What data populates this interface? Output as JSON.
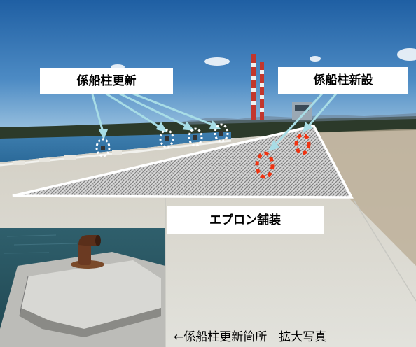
{
  "photo": {
    "subject": "harbor apron with bollards",
    "colors": {
      "sky": "#2f6aa8",
      "sea": "#3b78a6",
      "pavement": "#d8d8d0",
      "hatch": "#8a8a8a",
      "new_bollard_marker": "#ee3311",
      "leader_line": "#a8dde6"
    }
  },
  "labels": {
    "bollard_replacement": "係船柱更新",
    "bollard_new": "係船柱新設",
    "apron_paving": "エプロン舗装"
  },
  "caption": "←係船柱更新箇所　拡大写真"
}
